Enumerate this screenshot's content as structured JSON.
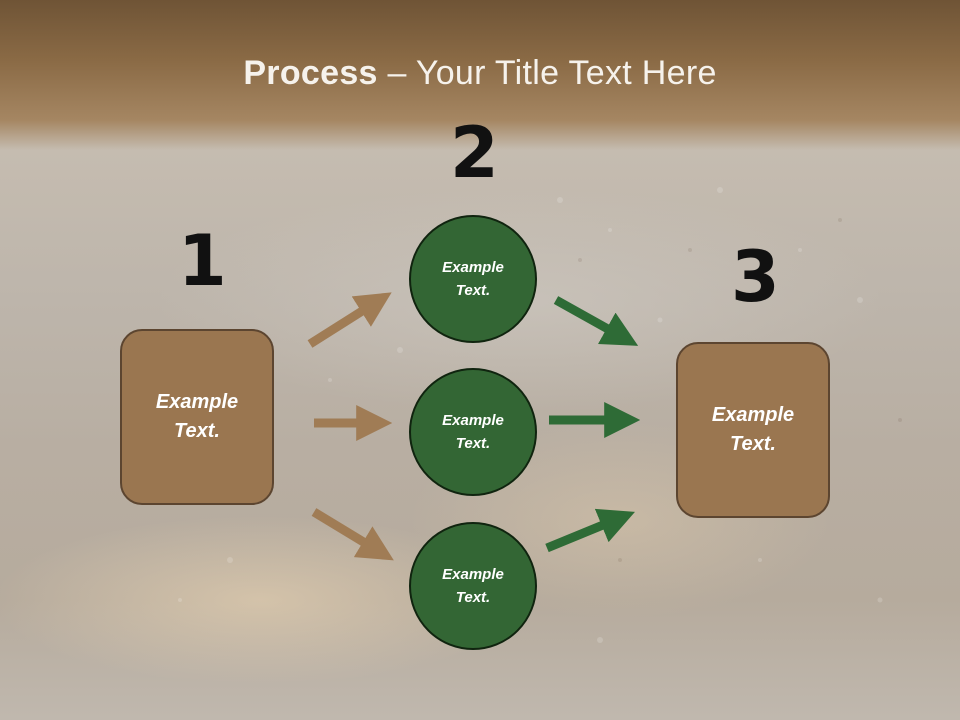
{
  "title": {
    "bold": "Process",
    "rest": " – Your Title Text Here"
  },
  "steps": [
    {
      "number": "1",
      "label": "Example\nText."
    },
    {
      "number": "2",
      "label": "Example\nText."
    },
    {
      "number": "3",
      "label": "Example\nText."
    }
  ],
  "middle": [
    {
      "label": "Example\nText."
    },
    {
      "label": "Example\nText."
    },
    {
      "label": "Example\nText."
    }
  ],
  "colors": {
    "box_fill": "#9a7650",
    "circle_fill": "#336634",
    "arrow_brown": "#a07c55",
    "arrow_green": "#2e6b36"
  }
}
